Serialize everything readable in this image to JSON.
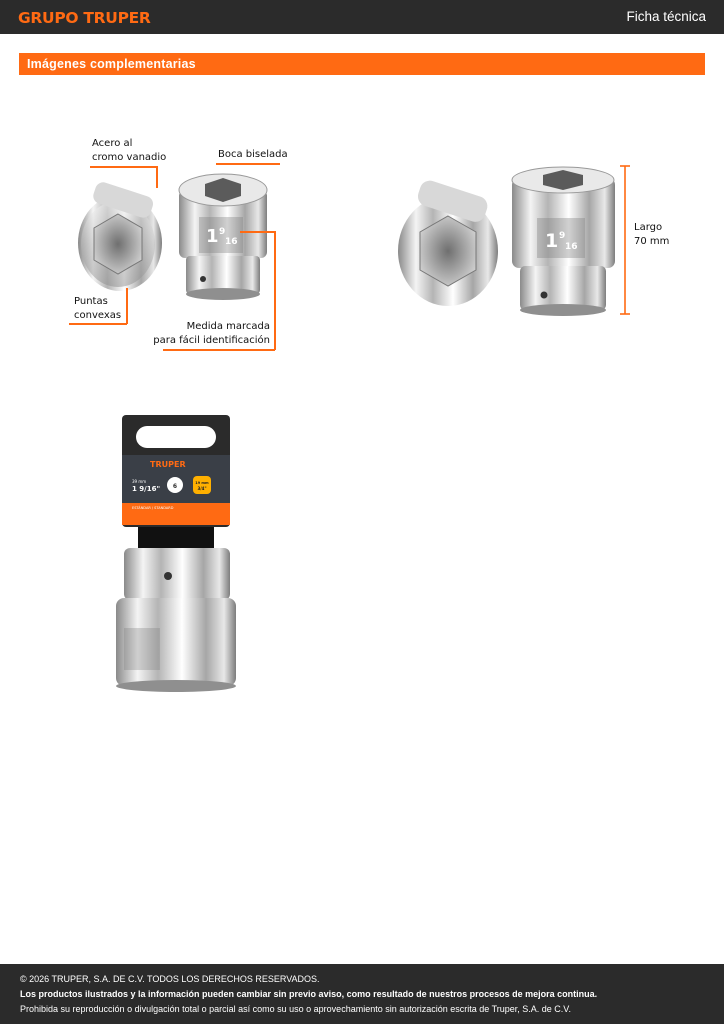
{
  "header": {
    "brand": "GRUPO TRUPER",
    "doc_type": "Ficha técnica"
  },
  "section": {
    "title": "Imágenes complementarias"
  },
  "figure1": {
    "callouts": {
      "material": [
        "Acero al",
        "cromo vanadio"
      ],
      "bevel": "Boca biselada",
      "points": [
        "Puntas",
        "convexas"
      ],
      "marked": [
        "Medida marcada",
        "para fácil identificación"
      ]
    },
    "socket_size": {
      "whole": "1",
      "num": "9",
      "den": "16"
    }
  },
  "figure2": {
    "dimension": [
      "Largo",
      "70 mm"
    ],
    "socket_size": {
      "whole": "1",
      "num": "9",
      "den": "16"
    }
  },
  "package": {
    "brand": "TRUPER",
    "size_mm": "39 mm",
    "size": "1 9/16\"",
    "points": "6",
    "drive_mm": "19 mm",
    "drive": "3/4\"",
    "band": "ESTÁNDAR / STANDARD"
  },
  "footer": {
    "copyright": "© 2026 TRUPER, S.A. DE C.V. TODOS LOS DERECHOS RESERVADOS.",
    "notice": "Los productos ilustrados y la información pueden cambiar sin previo aviso, como resultado de nuestros procesos de mejora continua.",
    "prohibition": "Prohibida su reproducción o divulgación total o parcial así como su uso o aprovechamiento sin autorización escrita de Truper, S.A. de C.V."
  },
  "colors": {
    "accent": "#ff6a13",
    "dark": "#2b2b2b"
  }
}
